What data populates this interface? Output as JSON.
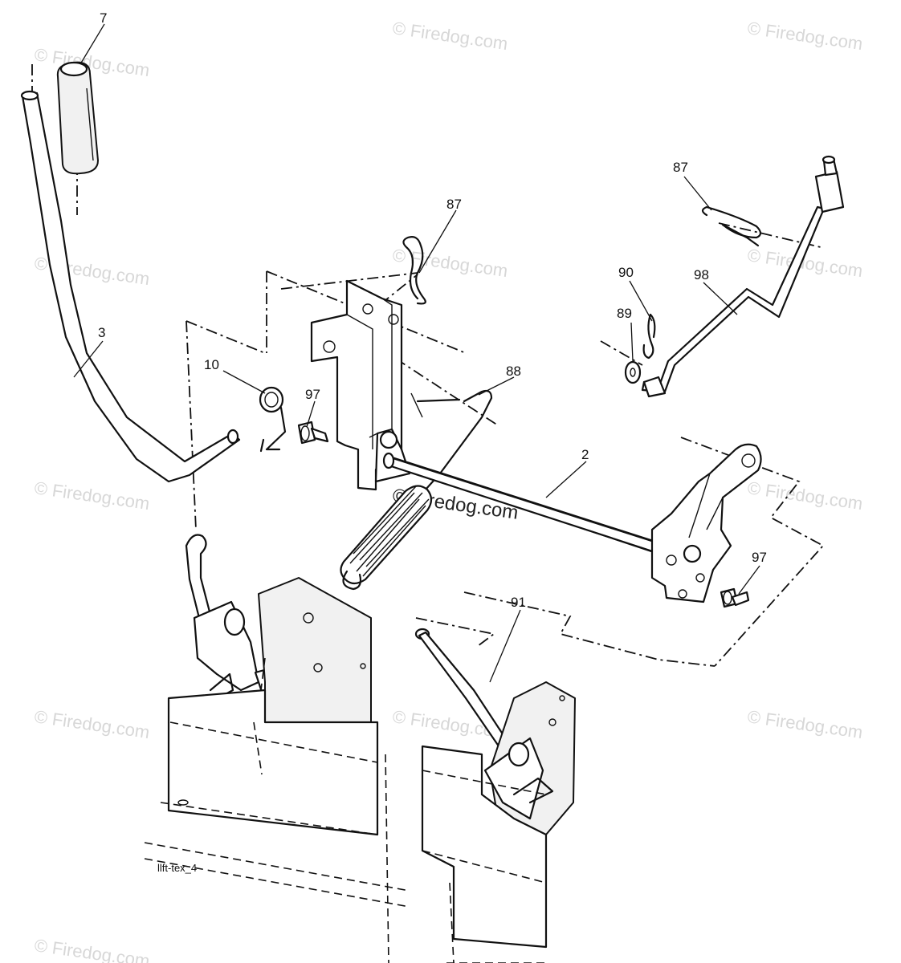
{
  "diagram_code": "llft-tex_4",
  "watermark": "© Firedog.com",
  "callouts": [
    {
      "id": "c7",
      "label": "7"
    },
    {
      "id": "c3",
      "label": "3"
    },
    {
      "id": "c10",
      "label": "10"
    },
    {
      "id": "c97a",
      "label": "97"
    },
    {
      "id": "c87a",
      "label": "87"
    },
    {
      "id": "c88",
      "label": "88"
    },
    {
      "id": "c2",
      "label": "2"
    },
    {
      "id": "c87b",
      "label": "87"
    },
    {
      "id": "c90",
      "label": "90"
    },
    {
      "id": "c98",
      "label": "98"
    },
    {
      "id": "c89",
      "label": "89"
    },
    {
      "id": "c97b",
      "label": "97"
    },
    {
      "id": "c91",
      "label": "91"
    }
  ]
}
